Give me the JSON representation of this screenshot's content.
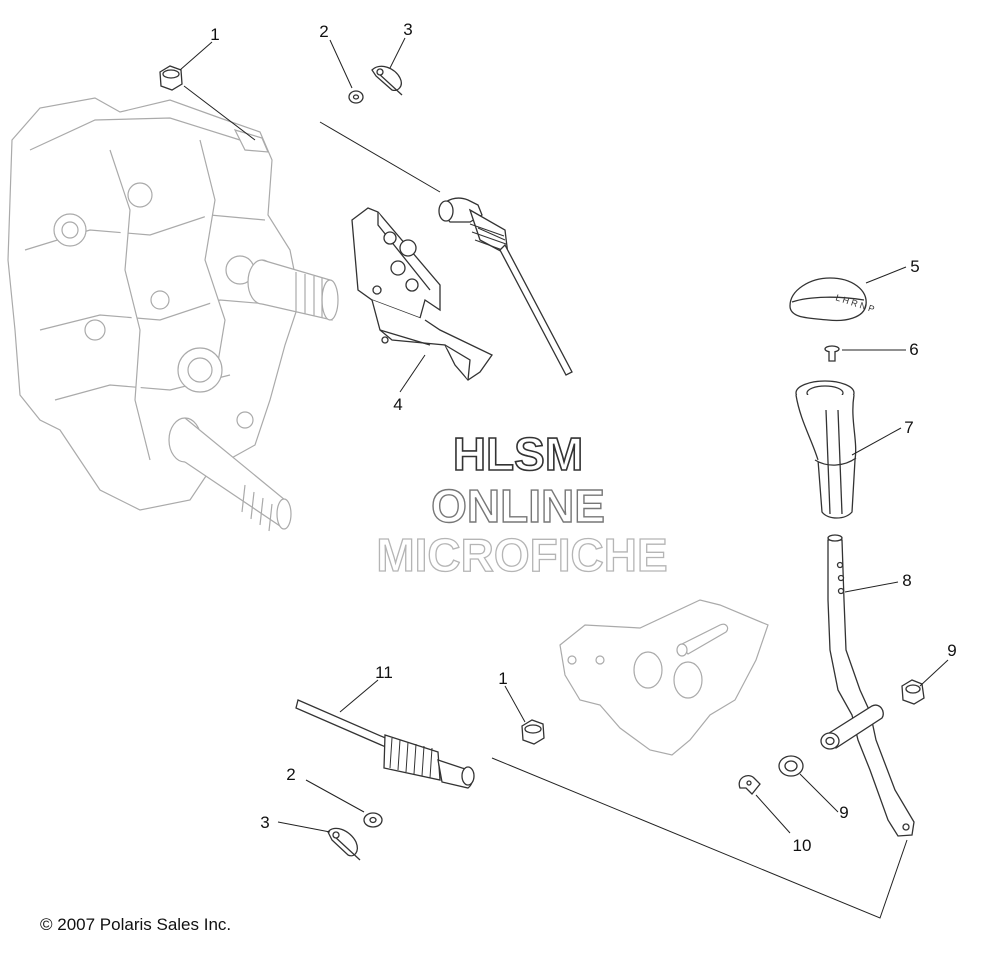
{
  "callouts": {
    "c1_top": "1",
    "c2_top": "2",
    "c3_top": "3",
    "c4": "4",
    "c5": "5",
    "c6": "6",
    "c7": "7",
    "c8": "8",
    "c9_top": "9",
    "c9_bottom": "9",
    "c10": "10",
    "c11": "11",
    "c1_bottom": "1",
    "c2_bottom": "2",
    "c3_bottom": "3"
  },
  "watermark": {
    "line1": "HLSM",
    "line2": "ONLINE",
    "line3": "MICROFICHE"
  },
  "footer": {
    "copyright": "© 2007 Polaris Sales Inc."
  }
}
